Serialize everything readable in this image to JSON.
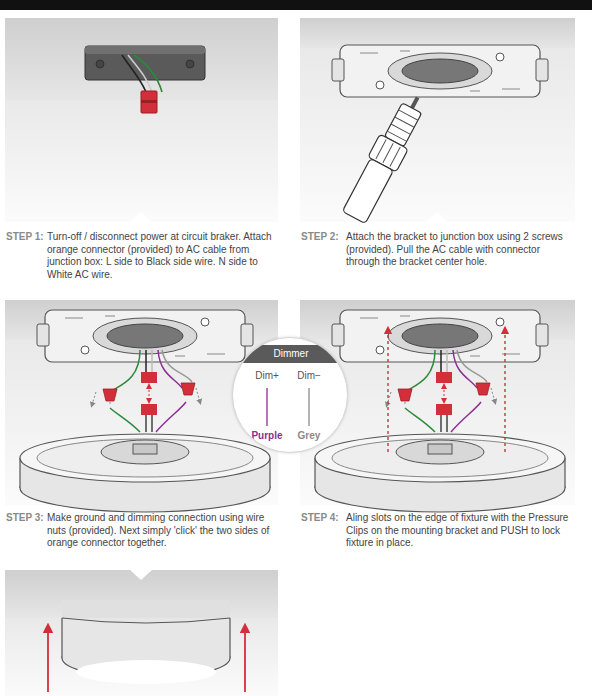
{
  "diagram": {
    "nodes": [
      {
        "text": [
          "Dimmer",
          "Dim+",
          "Dim−",
          "Purple",
          "Grey"
        ]
      }
    ],
    "labels": [
      "STEP 1:",
      "Turn-off / disconnect power at circuit braker. Attach orange connector (provided) to AC cable from junction box: L side to Black side wire. N side to White AC wire.",
      "STEP 2:",
      "Attach the bracket to junction box using 2 screws (provided). Pull the AC cable with connector through the bracket center hole.",
      "STEP 3:",
      "Make ground and dimming connection using wire nuts (provided). Next simply 'click' the two sides of orange connector together.",
      "STEP 4:",
      "Aling slots on the edge of fixture with the Pressure Clips on the mounting bracket and PUSH to lock fixture in place."
    ]
  }
}
